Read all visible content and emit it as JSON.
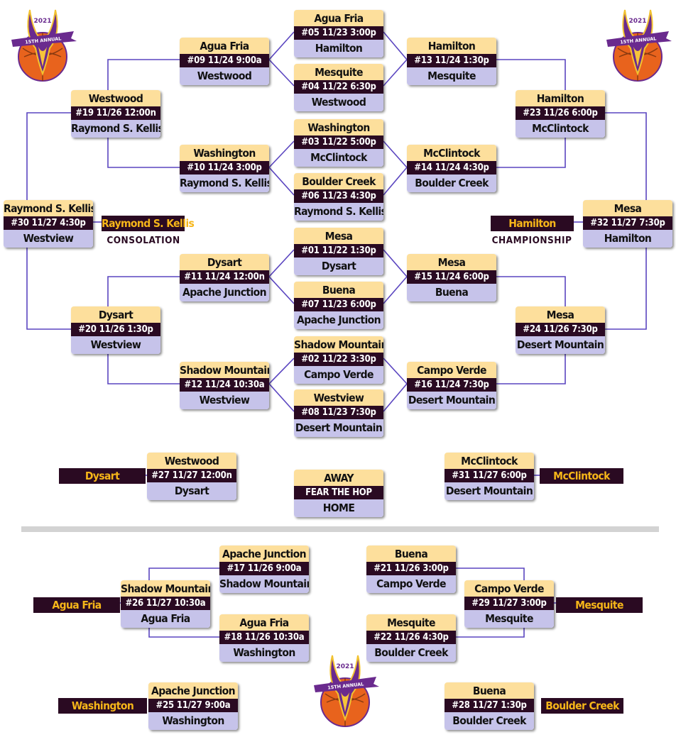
{
  "logo": {
    "year": "2021",
    "banner": "15TH ANNUAL",
    "title": "FEAR THE HOP BASKETBALL TOURNAMENT",
    "subtitle": "16 HIGH SCHOOLS NOVEMBER 22-27, 2021 MESA HIGH SCHOOL"
  },
  "colors": {
    "away": "#fddf9c",
    "info": "#2a0a22",
    "home": "#c6c3ea",
    "winner_text": "#f6b619",
    "line": "#5a45c0"
  },
  "games": {
    "g05": {
      "away": "Agua Fria",
      "info": "#05  11/23  3:00p",
      "home": "Hamilton"
    },
    "g04": {
      "away": "Mesquite",
      "info": "#04  11/22  6:30p",
      "home": "Westwood"
    },
    "g09": {
      "away": "Agua Fria",
      "info": "#09  11/24  9:00a",
      "home": "Westwood"
    },
    "g13": {
      "away": "Hamilton",
      "info": "#13  11/24  1:30p",
      "home": "Mesquite"
    },
    "g19": {
      "away": "Westwood",
      "info": "#19  11/26  12:00n",
      "home": "Raymond S. Kellis"
    },
    "g23": {
      "away": "Hamilton",
      "info": "#23  11/26  6:00p",
      "home": "McClintock"
    },
    "g03": {
      "away": "Washington",
      "info": "#03  11/22  5:00p",
      "home": "McClintock"
    },
    "g06": {
      "away": "Boulder Creek",
      "info": "#06  11/23  4:30p",
      "home": "Raymond S. Kellis"
    },
    "g10": {
      "away": "Washington",
      "info": "#10  11/24  3:00p",
      "home": "Raymond S. Kellis"
    },
    "g14": {
      "away": "McClintock",
      "info": "#14  11/24  4:30p",
      "home": "Boulder Creek"
    },
    "g30": {
      "away": "Raymond S. Kellis",
      "info": "#30  11/27  4:30p",
      "home": "Westview"
    },
    "g32": {
      "away": "Mesa",
      "info": "#32  11/27  7:30p",
      "home": "Hamilton"
    },
    "g01": {
      "away": "Mesa",
      "info": "#01  11/22  1:30p",
      "home": "Dysart"
    },
    "g07": {
      "away": "Buena",
      "info": "#07  11/23  6:00p",
      "home": "Apache Junction"
    },
    "g11": {
      "away": "Dysart",
      "info": "#11  11/24  12:00n",
      "home": "Apache Junction"
    },
    "g15": {
      "away": "Mesa",
      "info": "#15  11/24  6:00p",
      "home": "Buena"
    },
    "g20": {
      "away": "Dysart",
      "info": "#20  11/26  1:30p",
      "home": "Westview"
    },
    "g24": {
      "away": "Mesa",
      "info": "#24  11/26  7:30p",
      "home": "Desert Mountain"
    },
    "g02": {
      "away": "Shadow Mountain",
      "info": "#02  11/22  3:30p",
      "home": "Campo Verde"
    },
    "g08": {
      "away": "Westview",
      "info": "#08  11/23  7:30p",
      "home": "Desert Mountain"
    },
    "g12": {
      "away": "Shadow Mountain",
      "info": "#12  11/24  10:30a",
      "home": "Westview"
    },
    "g16": {
      "away": "Campo Verde",
      "info": "#16  11/24  7:30p",
      "home": "Desert Mountain"
    },
    "g27": {
      "away": "Westwood",
      "info": "#27  11/27  12:00n",
      "home": "Dysart"
    },
    "g31": {
      "away": "McClintock",
      "info": "#31  11/27  6:00p",
      "home": "Desert Mountain"
    },
    "legend": {
      "away": "AWAY",
      "info": "FEAR THE HOP",
      "home": "HOME"
    },
    "g17": {
      "away": "Apache Junction",
      "info": "#17  11/26  9:00a",
      "home": "Shadow Mountain"
    },
    "g26": {
      "away": "Shadow Mountain",
      "info": "#26  11/27  10:30a",
      "home": "Agua Fria"
    },
    "g18": {
      "away": "Agua Fria",
      "info": "#18  11/26  10:30a",
      "home": "Washington"
    },
    "g21": {
      "away": "Buena",
      "info": "#21  11/26  3:00p",
      "home": "Campo Verde"
    },
    "g29": {
      "away": "Campo Verde",
      "info": "#29  11/27  3:00p",
      "home": "Mesquite"
    },
    "g22": {
      "away": "Mesquite",
      "info": "#22  11/26  4:30p",
      "home": "Boulder Creek"
    },
    "g25": {
      "away": "Apache Junction",
      "info": "#25  11/27  9:00a",
      "home": "Washington"
    },
    "g28": {
      "away": "Buena",
      "info": "#28  11/27  1:30p",
      "home": "Boulder Creek"
    }
  },
  "winners": {
    "consolation": "Raymond S. Kellis",
    "championship": "Hamilton",
    "g27": "Dysart",
    "g31": "McClintock",
    "g26": "Agua Fria",
    "g29": "Mesquite",
    "g25": "Washington",
    "g28": "Boulder Creek"
  },
  "captions": {
    "consolation": "CONSOLATION",
    "championship": "CHAMPIONSHIP"
  }
}
